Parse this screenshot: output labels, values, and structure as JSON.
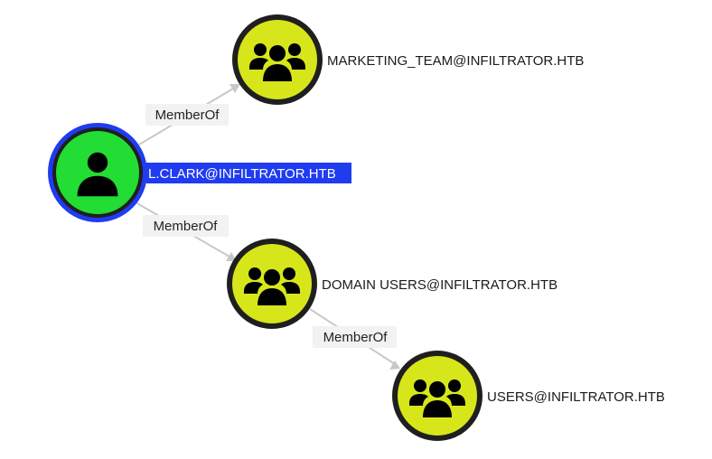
{
  "graph": {
    "colors": {
      "user_fill": "#22dd33",
      "group_fill": "#d7e61a",
      "node_border": "#1f1f1f",
      "selected_ring": "#1f3cf0",
      "selected_label_bg": "#1f3cf0",
      "edge": "#c8c8c8",
      "icon": "#000000"
    },
    "nodes": {
      "user": {
        "label": "L.CLARK@INFILTRATOR.HTB",
        "icon": "user-icon",
        "selected": true
      },
      "marketing": {
        "label": "MARKETING_TEAM@INFILTRATOR.HTB",
        "icon": "group-icon"
      },
      "domain_users": {
        "label": "DOMAIN USERS@INFILTRATOR.HTB",
        "icon": "group-icon"
      },
      "users": {
        "label": "USERS@INFILTRATOR.HTB",
        "icon": "group-icon"
      }
    },
    "edges": {
      "user_to_marketing": {
        "label": "MemberOf"
      },
      "user_to_domain_users": {
        "label": "MemberOf"
      },
      "domain_users_to_users": {
        "label": "MemberOf"
      }
    }
  }
}
